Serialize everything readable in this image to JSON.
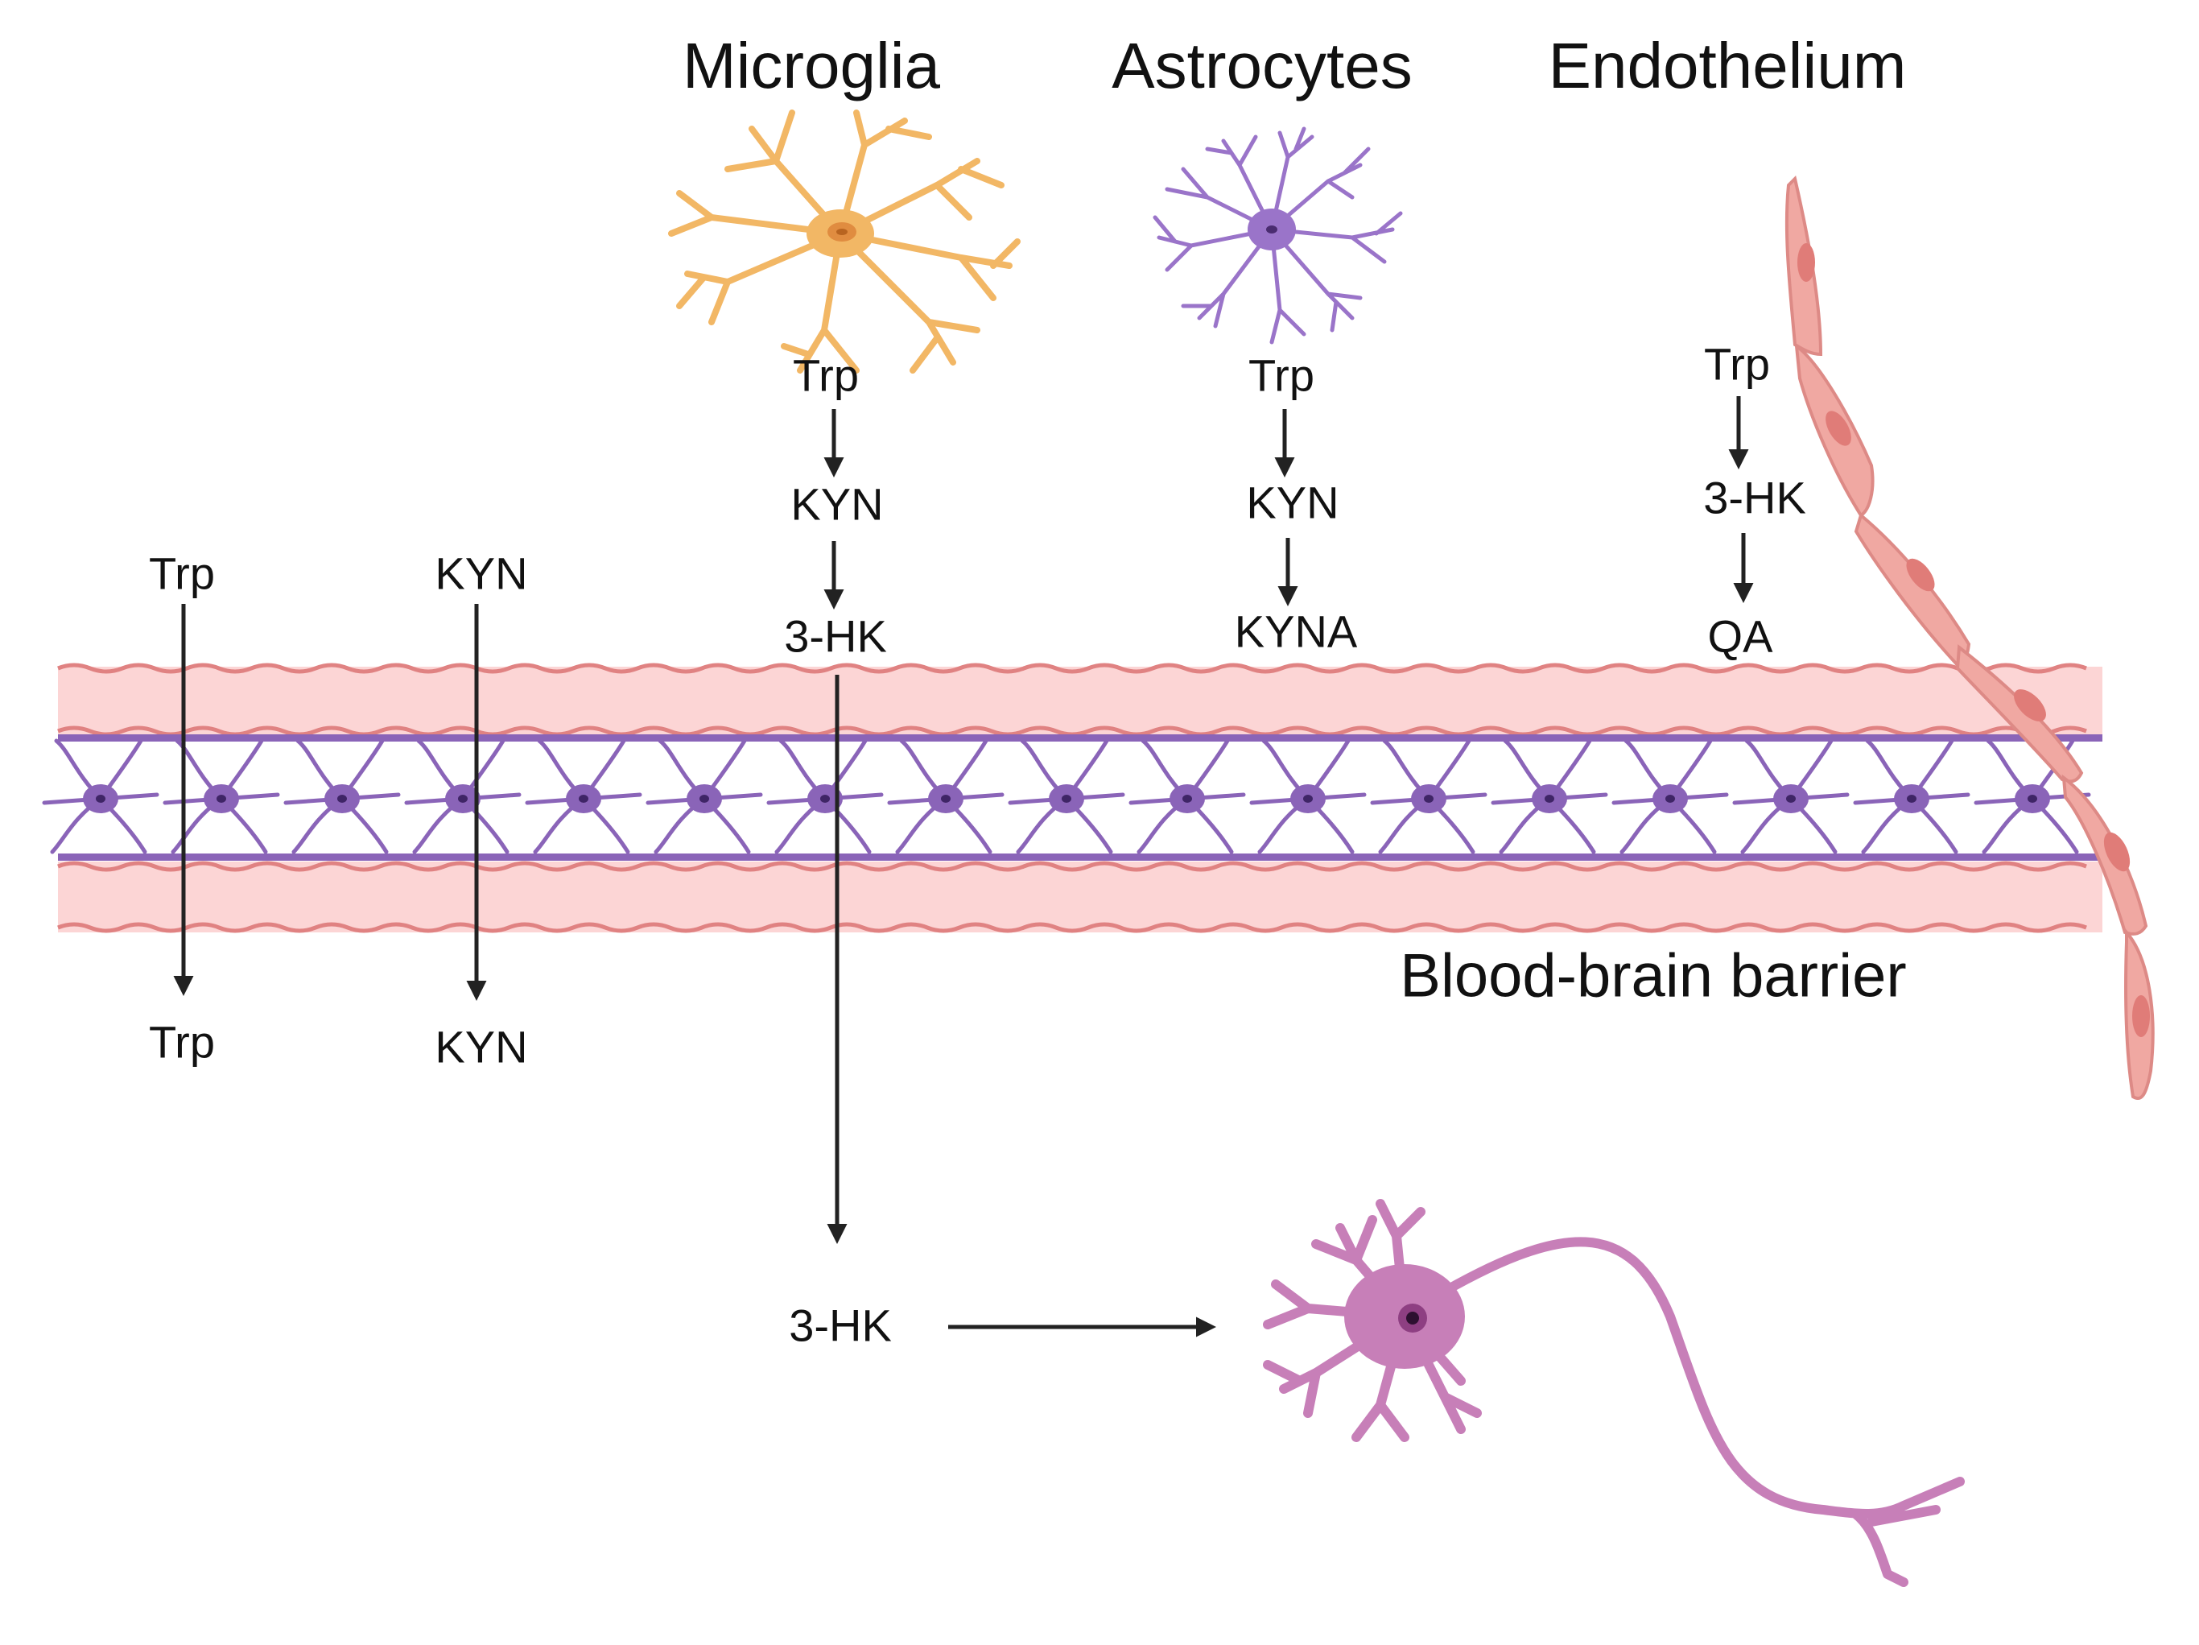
{
  "headers": {
    "microglia": "Microglia",
    "astrocytes": "Astrocytes",
    "endothelium": "Endothelium"
  },
  "microglia_pathway": [
    "Trp",
    "KYN",
    "3-HK"
  ],
  "astrocyte_pathway": [
    "Trp",
    "KYN",
    "KYNA"
  ],
  "endothelium_pathway": [
    "Trp",
    "3-HK",
    "QA"
  ],
  "transport": {
    "trp_top": "Trp",
    "trp_bottom": "Trp",
    "kyn_top": "KYN",
    "kyn_bottom": "KYN"
  },
  "barrier_label": "Blood-brain barrier",
  "neuron_target_label": "3-HK",
  "colors": {
    "vessel_fill": "#fcd5d5",
    "vessel_edge": "#e08282",
    "barrier_purple": "#8a64b8",
    "microglia": "#f2b765",
    "astrocyte": "#9a74c9",
    "endothelial_cell": "#f0a8a2",
    "neuron": "#c77fb8",
    "arrow": "#222222"
  }
}
